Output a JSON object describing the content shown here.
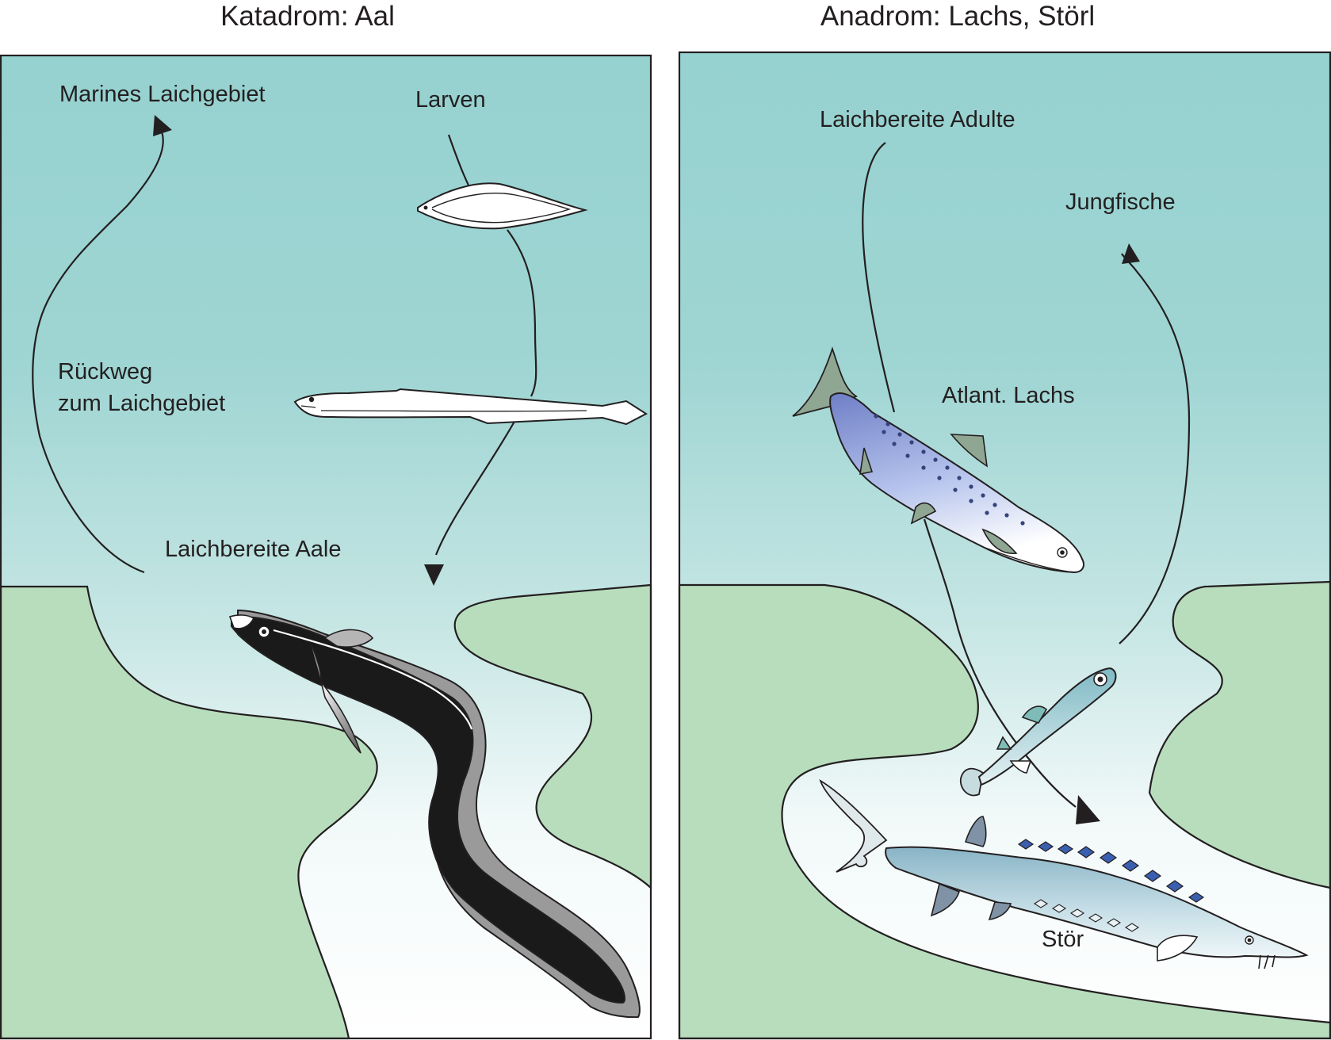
{
  "left_panel": {
    "title": "Katadrom: Aal",
    "labels": {
      "marine_spawning": "Marines Laichgebiet",
      "larvae": "Larven",
      "return_line1": "Rückweg",
      "return_line2": "zum Laichgebiet",
      "spawning_eels": "Laichbereite Aale"
    }
  },
  "right_panel": {
    "title": "Anadrom: Lachs, Störl",
    "labels": {
      "spawning_adults": "Laichbereite Adulte",
      "juveniles": "Jungfische",
      "salmon": "Atlant. Lachs",
      "sturgeon": "Stör"
    }
  },
  "colors": {
    "water_top": "#96d2d0",
    "water_bottom": "#ffffff",
    "land": "#b8ddbd",
    "outline": "#231f20"
  },
  "icons": [
    "leptocephalus-larva-icon",
    "glass-eel-icon",
    "adult-eel-icon",
    "salmon-icon",
    "juvenile-fish-icon",
    "sturgeon-icon"
  ]
}
